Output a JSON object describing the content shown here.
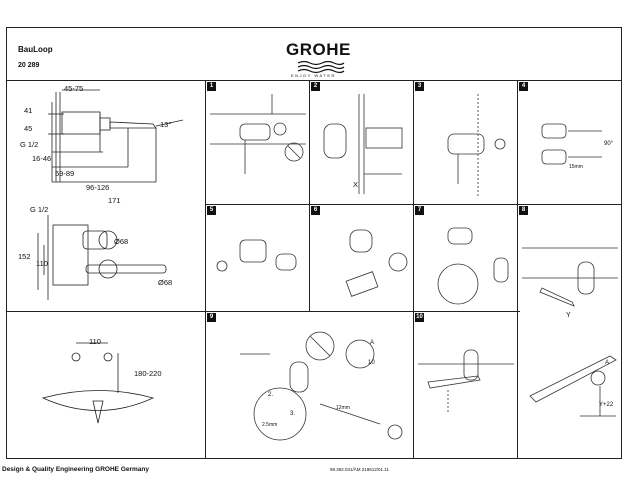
{
  "header": {
    "product_name": "BauLoop",
    "product_code": "20 289",
    "brand": "GROHE",
    "tagline": "ENJOY WATER"
  },
  "dimensions": {
    "d_45_75": "45-75",
    "d_41": "41",
    "d_13deg": "13°",
    "d_45": "45",
    "d_g12_top": "G 1/2",
    "d_16_46": "16-46",
    "d_59_89": "59-89",
    "d_96_126": "96-126",
    "d_171": "171",
    "d_g12_mid": "G 1/2",
    "d_o68_a": "Ø68",
    "d_152": "152",
    "d_110_v": "110",
    "d_o68_b": "Ø68",
    "d_110_h": "110",
    "d_180_220": "180-220"
  },
  "steps": [
    "1",
    "2",
    "3",
    "4",
    "5",
    "6",
    "7",
    "8",
    "9",
    "10"
  ],
  "step_labels": {
    "s2_x": "X",
    "s4_90": "90°",
    "s4_15": "15mm",
    "s8_y": "Y",
    "s9_a": "A",
    "s9_10": "10",
    "s9_2": "2.",
    "s9_25": "2.5mm",
    "s9_3": "3.",
    "s9_12": "12mm",
    "s10_a": "A",
    "s10_y22": "Y+22"
  },
  "footer": {
    "left": "Design & Quality Engineering GROHE Germany",
    "right": "99.392.031/ÄM 219612/01.11"
  }
}
